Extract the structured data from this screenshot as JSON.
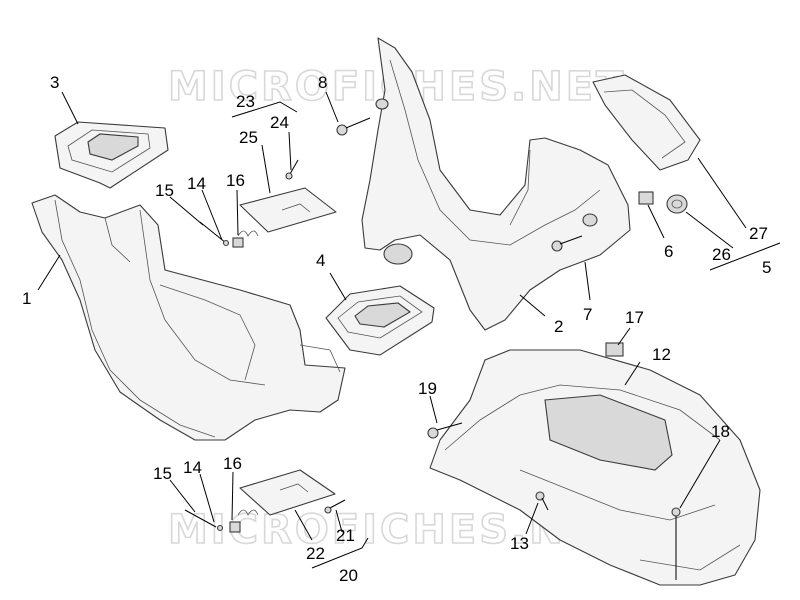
{
  "watermark": "MICROFICHES.NET",
  "callouts": {
    "c1": "1",
    "c2": "2",
    "c3": "3",
    "c4": "4",
    "c5": "5",
    "c6": "6",
    "c7": "7",
    "c8": "8",
    "c12": "12",
    "c13": "13",
    "c14a": "14",
    "c14b": "14",
    "c15a": "15",
    "c15b": "15",
    "c16a": "16",
    "c16b": "16",
    "c17": "17",
    "c18": "18",
    "c19": "19",
    "c20": "20",
    "c21": "21",
    "c22": "22",
    "c23": "23",
    "c24": "24",
    "c25": "25",
    "c26": "26",
    "c27": "27"
  }
}
